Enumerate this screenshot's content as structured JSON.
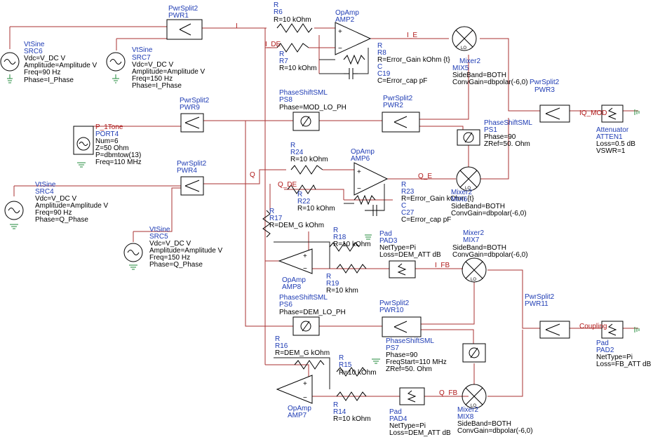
{
  "colors": {
    "wire": "#a83232",
    "label": "#1f3cb4",
    "text": "#000000",
    "ground": "#1f8a3a"
  },
  "net_labels": {
    "i": "I",
    "i_de": "I_DE",
    "i_e": "I_E",
    "q": "Q",
    "q_de": "Q_DE",
    "q_e": "Q_E",
    "iq_mod": "IQ_MOD",
    "p_1tone": "P_1Tone",
    "i_fb": "I_FB",
    "q_fb": "Q_FB",
    "coupling": "Coupling"
  },
  "comp": {
    "src6": {
      "type": "VtSine",
      "name": "SRC6",
      "p1": "Vdc=V_DC V",
      "p2": "Amplitude=Amplitude V",
      "p3": "Freq=90 Hz",
      "p4": "Phase=I_Phase"
    },
    "src7": {
      "type": "VtSine",
      "name": "SRC7",
      "p1": "Vdc=V_DC V",
      "p2": "Amplitude=Amplitude V",
      "p3": "Freq=150 Hz",
      "p4": "Phase=I_Phase"
    },
    "pwr1": {
      "type": "PwrSplit2",
      "name": "PWR1"
    },
    "r6": {
      "type": "R",
      "name": "R6",
      "p1": "R=10 kOhm"
    },
    "amp2": {
      "type": "OpAmp",
      "name": "AMP2"
    },
    "r7": {
      "type": "R",
      "name": "R7",
      "p1": "R=10 kOhm"
    },
    "r8": {
      "type": "R",
      "name": "R8",
      "p1": "R=Error_Gain kOhm {t}"
    },
    "c19": {
      "type": "C",
      "name": "C19",
      "p1": "C=Error_cap pF"
    },
    "mix5": {
      "type": "Mixer2",
      "name": "MIX5",
      "p1": "SideBand=BOTH",
      "p2": "ConvGain=dbpolar(-6,0)"
    },
    "pwr3": {
      "type": "PwrSplit2",
      "name": "PWR3"
    },
    "pwr9": {
      "type": "PwrSplit2",
      "name": "PWR9"
    },
    "ps8": {
      "type": "PhaseShiftSML",
      "name": "PS8",
      "p1": "Phase=MOD_LO_PH"
    },
    "pwr2": {
      "type": "PwrSplit2",
      "name": "PWR2"
    },
    "port4": {
      "type": "P_1Tone",
      "name": "PORT4",
      "p1": "Num=6",
      "p2": "Z=50 Ohm",
      "p3": "P=dbmtow(13)",
      "p4": "Freq=110 MHz"
    },
    "ps1": {
      "type": "PhaseShiftSML",
      "name": "PS1",
      "p1": "Phase=90",
      "p2": "ZRef=50. Ohm"
    },
    "atten1": {
      "type": "Attenuator",
      "name": "ATTEN1",
      "p1": "Loss=0.5 dB",
      "p2": "VSWR=1"
    },
    "pwr4": {
      "type": "PwrSplit2",
      "name": "PWR4"
    },
    "r24": {
      "type": "R",
      "name": "R24",
      "p1": "R=10 kOhm"
    },
    "amp6": {
      "type": "OpAmp",
      "name": "AMP6"
    },
    "src4": {
      "type": "VtSine",
      "name": "SRC4",
      "p1": "Vdc=V_DC V",
      "p2": "Amplitude=Amplitude V",
      "p3": "Freq=90 Hz",
      "p4": "Phase=Q_Phase"
    },
    "r22": {
      "type": "R",
      "name": "R22",
      "p1": "R=10 kOhm"
    },
    "r23": {
      "type": "R",
      "name": "R23",
      "p1": "R=Error_Gain kOhm {t}"
    },
    "c27": {
      "type": "C",
      "name": "C27",
      "p1": "C=Error_cap pF"
    },
    "mix6": {
      "type": "Mixer2",
      "name": "MIX6",
      "p1": "SideBand=BOTH",
      "p2": "ConvGain=dbpolar(-6,0)"
    },
    "r17": {
      "type": "R",
      "name": "R17",
      "p1": "R=DEM_G kOhm"
    },
    "src5": {
      "type": "VtSine",
      "name": "SRC5",
      "p1": "Vdc=V_DC V",
      "p2": "Amplitude=Amplitude V",
      "p3": "Freq=150 Hz",
      "p4": "Phase=Q_Phase"
    },
    "r18": {
      "type": "R",
      "name": "R18",
      "p1": "R=10 kOhm"
    },
    "pad3": {
      "type": "Pad",
      "name": "PAD3",
      "p1": "NetType=Pi",
      "p2": "Loss=DEM_ATT dB"
    },
    "mix7": {
      "type": "Mixer2",
      "name": "MIX7",
      "p1": "SideBand=BOTH",
      "p2": "ConvGain=dbpolar(-6,0)"
    },
    "amp8": {
      "type": "OpAmp",
      "name": "AMP8"
    },
    "r19": {
      "type": "R",
      "name": "R19",
      "p1": "R=10 khm"
    },
    "ps6": {
      "type": "PhaseShiftSML",
      "name": "PS6",
      "p1": "Phase=DEM_LO_PH"
    },
    "pwr10": {
      "type": "PwrSplit2",
      "name": "PWR10"
    },
    "pwr11": {
      "type": "PwrSplit2",
      "name": "PWR11"
    },
    "r16": {
      "type": "R",
      "name": "R16",
      "p1": "R=DEM_G kOhm"
    },
    "ps7": {
      "type": "PhaseShiftSML",
      "name": "PS7",
      "p1": "Phase=90",
      "p2": "FreqStart=110 MHz",
      "p3": "ZRef=50. Ohm"
    },
    "r15": {
      "type": "R",
      "name": "R15",
      "p1": "R=10 kOhm"
    },
    "pad2": {
      "type": "Pad",
      "name": "PAD2",
      "p1": "NetType=Pi",
      "p2": "Loss=FB_ATT dB"
    },
    "amp7": {
      "type": "OpAmp",
      "name": "AMP7"
    },
    "r14": {
      "type": "R",
      "name": "R14",
      "p1": "R=10 kOhm"
    },
    "pad4": {
      "type": "Pad",
      "name": "PAD4",
      "p1": "NetType=Pi",
      "p2": "Loss=DEM_ATT dB"
    },
    "mix8": {
      "type": "Mixer2",
      "name": "MIX8",
      "p1": "SideBand=BOTH",
      "p2": "ConvGain=dbpolar(-6,0)"
    }
  }
}
